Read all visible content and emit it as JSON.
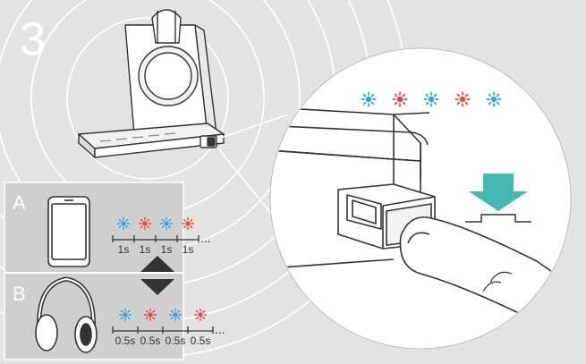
{
  "step": {
    "number": "3"
  },
  "sections": [
    {
      "label": "A",
      "device": "smartphone-icon",
      "interval_labels": [
        "1s",
        "1s",
        "1s",
        "1s"
      ],
      "trailing": "..."
    },
    {
      "label": "B",
      "device": "headset-icon",
      "interval_labels": [
        "0.5s",
        "0.5s",
        "0.5s",
        "0.5s"
      ],
      "trailing": "..."
    }
  ],
  "led_sequence": [
    "blue",
    "red",
    "blue",
    "red",
    "blue"
  ],
  "colors": {
    "background": "#e3e3e3",
    "panel": "#cfcfcf",
    "led_blue": "#2aa8e2",
    "led_red": "#e8473f",
    "arrow": "#44b7b0",
    "line": "#333333"
  }
}
